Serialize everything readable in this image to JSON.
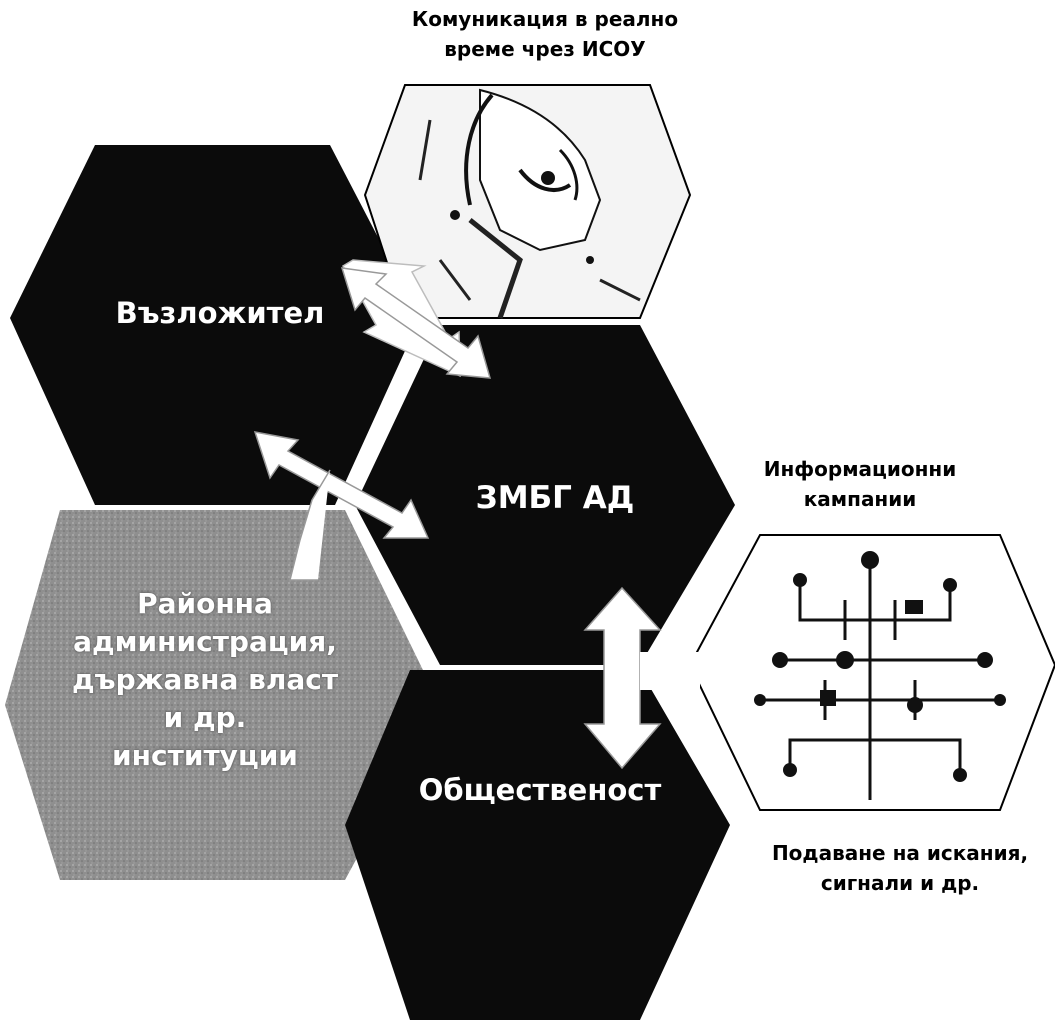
{
  "captions": {
    "top": [
      "Комуникация в реално",
      "време чрез ИСОУ"
    ],
    "right": [
      "Информационни",
      "кампании"
    ],
    "bottom": [
      "Подаване на искания,",
      "сигнали и др."
    ]
  },
  "hexagons": {
    "vazlozhitel": "Възложител",
    "zmbg": "ЗМБГ АД",
    "obshtestvenost": "Общественост",
    "rayonna": [
      "Районна",
      "администрация,",
      "държавна власт",
      "и др.",
      "институции"
    ]
  },
  "colors": {
    "dark_hex": "#0b0b0b",
    "gray_hex": "#8f8f8f",
    "image_hex": "#f4f4f4",
    "arrow": "#ffffff",
    "text_on_dark": "#ffffff",
    "caption_text": "#000000"
  },
  "images": {
    "top_hexagon": "person-with-headset-photo",
    "right_hexagon": "network-tree-icons-illustration"
  }
}
